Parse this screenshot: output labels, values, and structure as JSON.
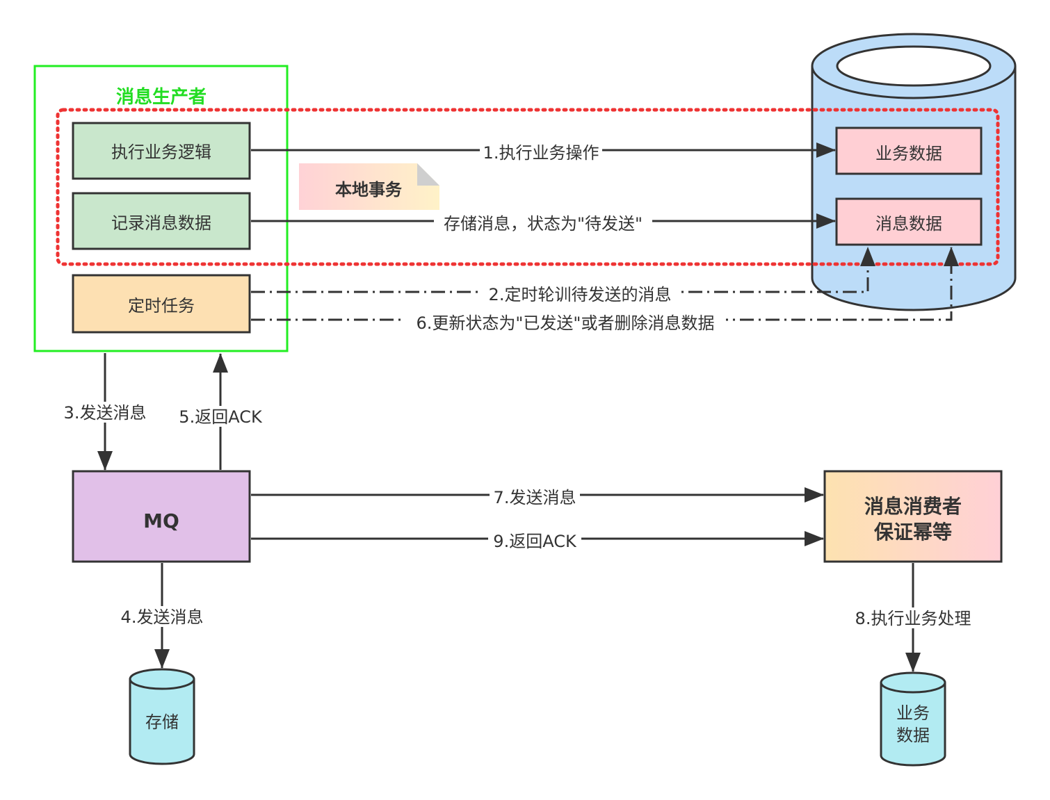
{
  "producer": {
    "title": "消息生产者",
    "business_logic": "执行业务逻辑",
    "record_message": "记录消息数据",
    "scheduled_task": "定时任务"
  },
  "local_transaction": "本地事务",
  "database": {
    "business_data": "业务数据",
    "message_data": "消息数据"
  },
  "mq": "MQ",
  "storage": "存储",
  "consumer": {
    "line1": "消息消费者",
    "line2": "保证幂等"
  },
  "consumer_db": {
    "line1": "业务",
    "line2": "数据"
  },
  "edges": {
    "e1": "1.执行业务操作",
    "store": "存储消息，状态为\"待发送\"",
    "e2": "2.定时轮训待发送的消息",
    "e6": "6.更新状态为\"已发送\"或者删除消息数据",
    "e3": "3.发送消息",
    "e5": "5.返回ACK",
    "e4": "4.发送消息",
    "e7": "7.发送消息",
    "e9": "9.返回ACK",
    "e8": "8.执行业务处理"
  },
  "colors": {
    "producer_border": "#22ee22",
    "producer_title": "#22dd22",
    "transaction_border": "#ee3333",
    "green_box": "#c9e7cc",
    "orange_box": "#fde0b2",
    "pink_box": "#ffcfd4",
    "purple_box": "#e1c0e8",
    "db_blue": "#bcdcf8",
    "cyan_db": "#b2ebf2",
    "line": "#333333"
  }
}
